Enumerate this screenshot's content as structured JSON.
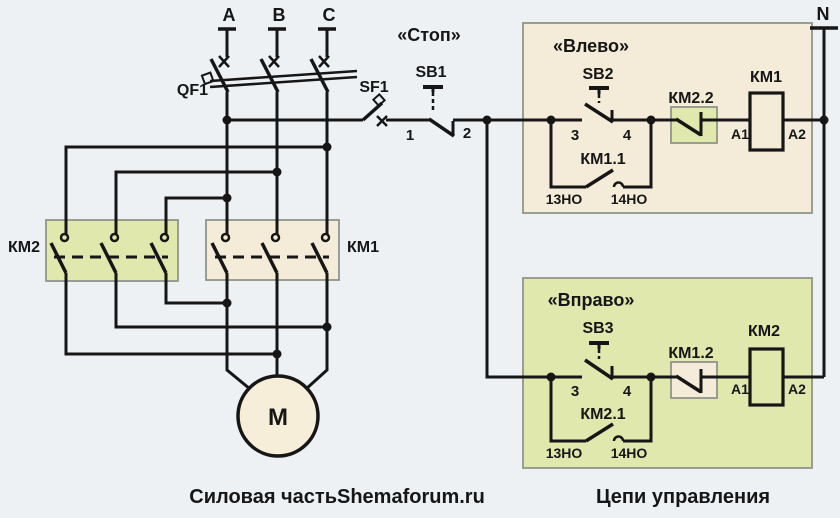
{
  "colors": {
    "background": "#edf1f4",
    "box_tan": "#f4ecd9",
    "box_green": "#e0e8ad",
    "motor_fill": "#f6eed8",
    "line": "#161616",
    "box_border": "#8f958a",
    "watermark_blue": "#a3c4e6"
  },
  "phases": {
    "a": "A",
    "b": "B",
    "c": "C",
    "neutral": "N"
  },
  "power": {
    "breaker": "QF1",
    "contactor_left": "КМ2",
    "contactor_right": "КМ1",
    "motor": "M",
    "caption": "Силовая часть"
  },
  "control": {
    "switch": "SF1",
    "stop": {
      "label": "«Стоп»",
      "button": "SB1",
      "t1": "1",
      "t2": "2"
    },
    "left_branch": {
      "title": "«Влево»",
      "button": "SB2",
      "t3": "3",
      "t4": "4",
      "aux": "КМ1.1",
      "aux_t13": "13НО",
      "aux_t14": "14НО",
      "interlock": "КМ2.2",
      "coil": "КМ1",
      "a1": "A1",
      "a2": "A2"
    },
    "right_branch": {
      "title": "«Вправо»",
      "button": "SB3",
      "t3": "3",
      "t4": "4",
      "aux": "КМ2.1",
      "aux_t13": "13НО",
      "aux_t14": "14НО",
      "interlock": "КМ1.2",
      "coil": "КМ2",
      "a1": "A1",
      "a2": "A2"
    },
    "caption": "Цепи управления"
  },
  "watermark": "Shemaforum.ru"
}
